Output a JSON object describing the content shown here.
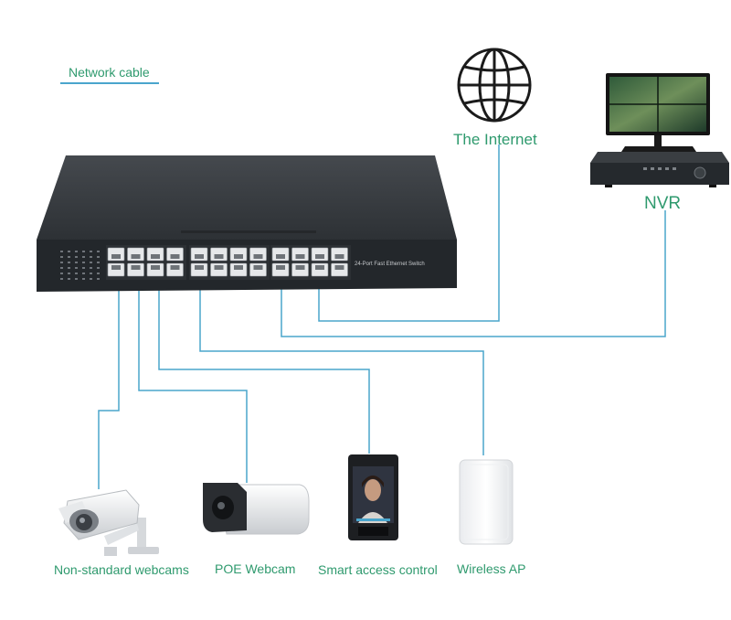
{
  "legend": {
    "label": "Network cable"
  },
  "switch": {
    "label": "24-Port Fast Ethernet Switch"
  },
  "nodes": {
    "internet": {
      "label": "The Internet"
    },
    "nvr": {
      "label": "NVR"
    },
    "non_standard_webcams": {
      "label": "Non-standard webcams"
    },
    "poe_webcam": {
      "label": "POE Webcam"
    },
    "smart_access_control": {
      "label": "Smart access control"
    },
    "wireless_ap": {
      "label": "Wireless AP"
    }
  },
  "colors": {
    "cable": "#4aa5cc",
    "label": "#2f9a6e",
    "switch_body": "#34383c",
    "switch_front": "#22262a"
  }
}
